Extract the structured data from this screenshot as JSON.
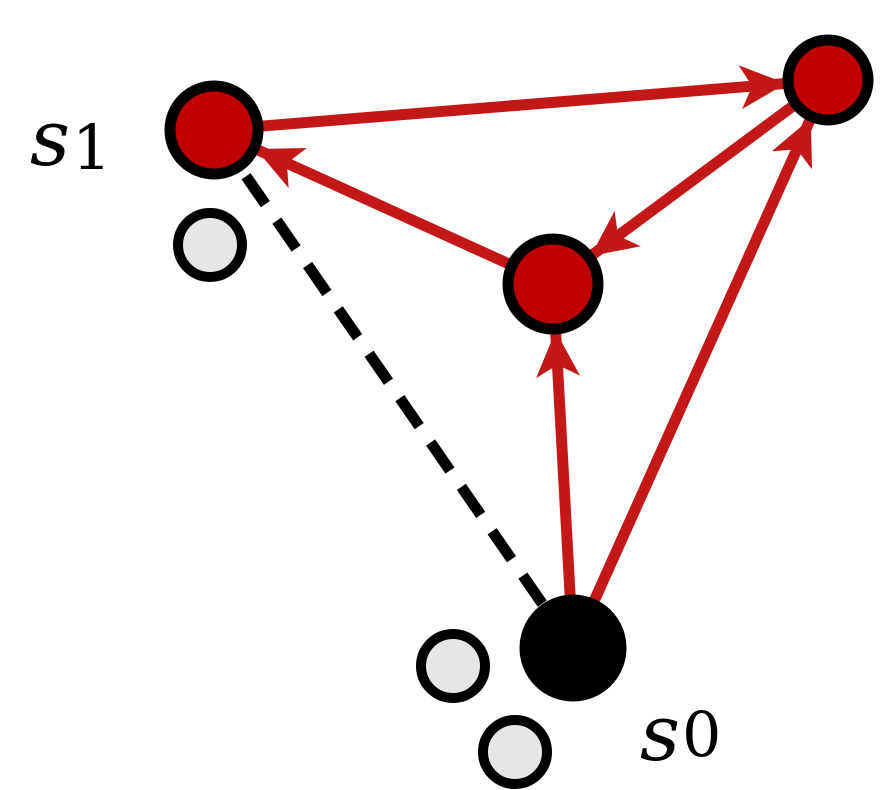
{
  "colors": {
    "edge_red": "#c21818",
    "node_red": "#c00000",
    "node_black": "#000000",
    "node_gray": "#e6e6e6",
    "outline": "#000000",
    "background": "#ffffff"
  },
  "labels": {
    "s1": {
      "base": "s",
      "sub": "1"
    },
    "s0": {
      "base": "s",
      "sub": "0"
    }
  },
  "nodes": [
    {
      "id": "s1",
      "kind": "red"
    },
    {
      "id": "top-right",
      "kind": "red"
    },
    {
      "id": "middle",
      "kind": "red"
    },
    {
      "id": "s0",
      "kind": "black"
    },
    {
      "id": "gray-a",
      "kind": "gray"
    },
    {
      "id": "gray-b",
      "kind": "gray"
    },
    {
      "id": "gray-c",
      "kind": "gray"
    }
  ],
  "edges": [
    {
      "from": "s1",
      "to": "top-right",
      "style": "red-arrow"
    },
    {
      "from": "middle",
      "to": "s1",
      "style": "red-arrow"
    },
    {
      "from": "top-right",
      "to": "middle",
      "style": "red-arrow"
    },
    {
      "from": "s0",
      "to": "middle",
      "style": "red-arrow"
    },
    {
      "from": "s0",
      "to": "top-right",
      "style": "red-arrow"
    },
    {
      "from": "s0",
      "to": "s1",
      "style": "black-dashed"
    }
  ]
}
